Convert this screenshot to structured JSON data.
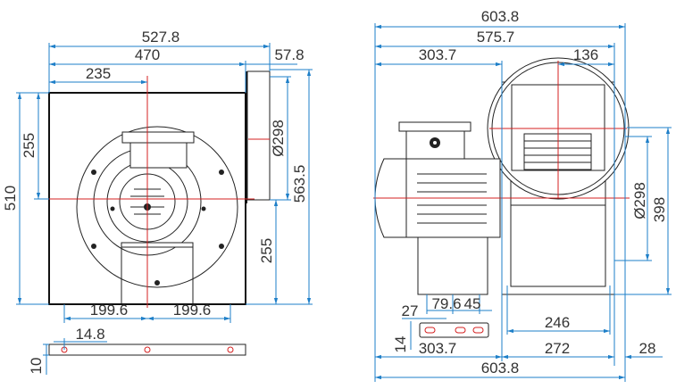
{
  "front_view": {
    "width_overall": "527.8",
    "width_housing": "470",
    "outlet_depth": "57.8",
    "center_offset": "235",
    "height_housing": "510",
    "upper_half": "255",
    "outlet_diameter": "Ø298",
    "height_overall": "563.5",
    "lower_half": "255",
    "foot_left": "199.6",
    "foot_right": "199.6",
    "hole_offset": "14.8",
    "plate_thickness": "10"
  },
  "side_view": {
    "width_overall_top": "603.8",
    "width_575": "575.7",
    "motor_length": "303.7",
    "inlet_offset": "136",
    "inlet_diameter": "Ø298",
    "inlet_height": "398",
    "foot_holes_a": "79.6",
    "foot_holes_b": "45",
    "slot_length": "27",
    "slot_width": "14",
    "foot_span": "246",
    "motor_length_bottom": "303.7",
    "housing_depth": "272",
    "flange": "28",
    "width_overall_bottom": "603.8"
  }
}
